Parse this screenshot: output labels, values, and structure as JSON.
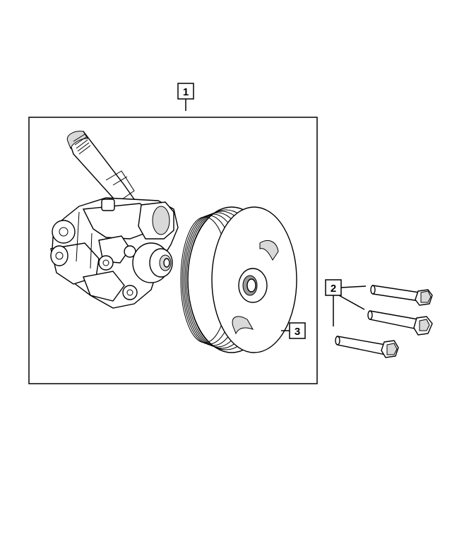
{
  "callouts": [
    {
      "id": "1",
      "label": "1"
    },
    {
      "id": "2",
      "label": "2"
    },
    {
      "id": "3",
      "label": "3"
    }
  ],
  "parts": {
    "pump": "power-steering-pump",
    "pulley": "pulley",
    "bolts": "mounting-bolts"
  }
}
